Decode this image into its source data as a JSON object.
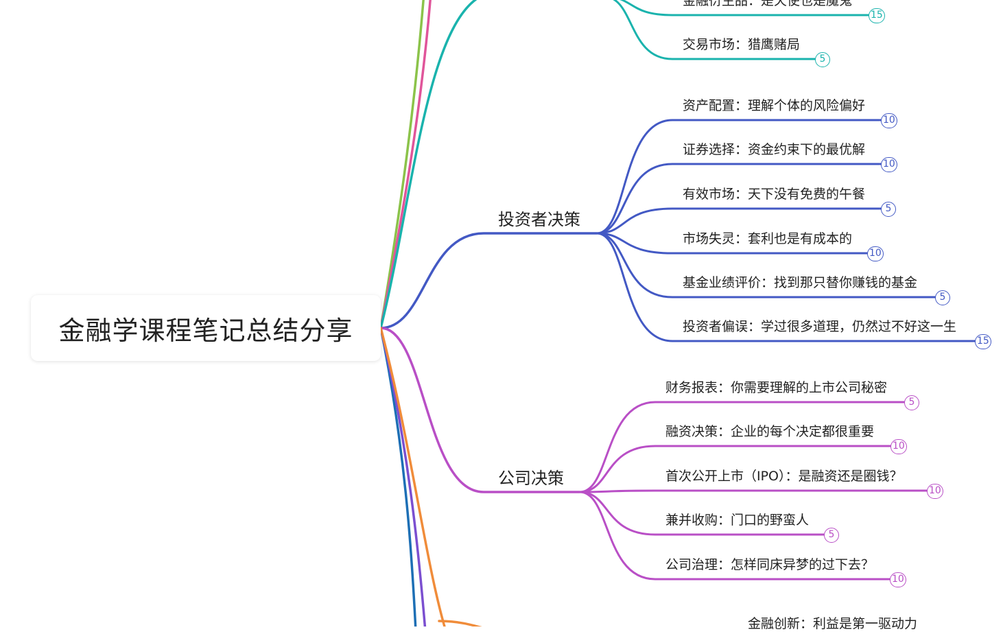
{
  "root": {
    "title": "金融学课程笔记总结分享"
  },
  "colors": {
    "green": "#8bc34a",
    "pink": "#e0559a",
    "teal": "#1ab3ad",
    "blue": "#4359c4",
    "purple": "#b94fc6",
    "orange": "#f08c3a",
    "violet": "#7b4fd0",
    "darkblue": "#1d6fb5"
  },
  "branches": [
    {
      "label": "",
      "color": "#1ab3ad",
      "leaves": [
        {
          "text": "金融衍生品：是天使也是魔鬼",
          "badge": "15"
        },
        {
          "text": "交易市场：猎鹰赌局",
          "badge": "5"
        }
      ]
    },
    {
      "label": "投资者决策",
      "color": "#4359c4",
      "leaves": [
        {
          "text": "资产配置：理解个体的风险偏好",
          "badge": "10"
        },
        {
          "text": "证券选择：资金约束下的最优解",
          "badge": "10"
        },
        {
          "text": "有效市场：天下没有免费的午餐",
          "badge": "5"
        },
        {
          "text": "市场失灵：套利也是有成本的",
          "badge": "10"
        },
        {
          "text": "基金业绩评价：找到那只替你赚钱的基金",
          "badge": "5"
        },
        {
          "text": "投资者偏误：学过很多道理，仍然过不好这一生",
          "badge": "15"
        }
      ]
    },
    {
      "label": "公司决策",
      "color": "#b94fc6",
      "leaves": [
        {
          "text": "财务报表：你需要理解的上市公司秘密",
          "badge": "5"
        },
        {
          "text": "融资决策：企业的每个决定都很重要",
          "badge": "10"
        },
        {
          "text": "首次公开上市（IPO）：是融资还是圈钱？",
          "badge": "10"
        },
        {
          "text": "兼并收购：门口的野蛮人",
          "badge": "5"
        },
        {
          "text": "公司治理：怎样同床异梦的过下去？",
          "badge": "10"
        }
      ]
    },
    {
      "label": "",
      "color": "#f08c3a",
      "leaves": [
        {
          "text": "金融创新：利益是第一驱动力",
          "badge": ""
        }
      ]
    }
  ]
}
